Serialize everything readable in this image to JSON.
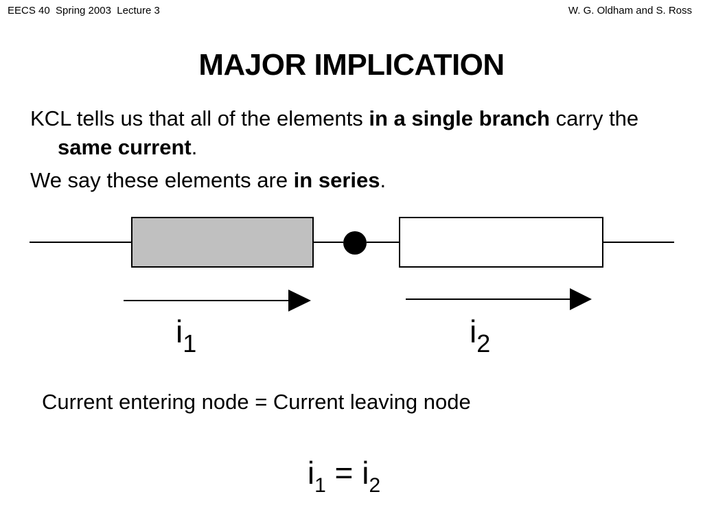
{
  "header": {
    "left": "EECS 40  Spring 2003  Lecture 3",
    "right": "W. G. Oldham and S. Ross"
  },
  "title": "MAJOR IMPLICATION",
  "paragraph1": {
    "part1": "KCL tells us that all of the elements ",
    "bold1": "in a single branch",
    "part2": " carry the ",
    "bold2": "same current",
    "part3": "."
  },
  "paragraph2": {
    "part1": "We say these elements are ",
    "bold1": "in series",
    "part2": "."
  },
  "circuit": {
    "element1_fill": "#c0c0c0",
    "element2_fill": "#ffffff",
    "current1": {
      "symbol": "i",
      "subscript": "1"
    },
    "current2": {
      "symbol": "i",
      "subscript": "2"
    }
  },
  "statement": "Current entering node = Current leaving node",
  "equation": {
    "left_symbol": "i",
    "left_subscript": "1",
    "operator": " = ",
    "right_symbol": "i",
    "right_subscript": "2"
  }
}
